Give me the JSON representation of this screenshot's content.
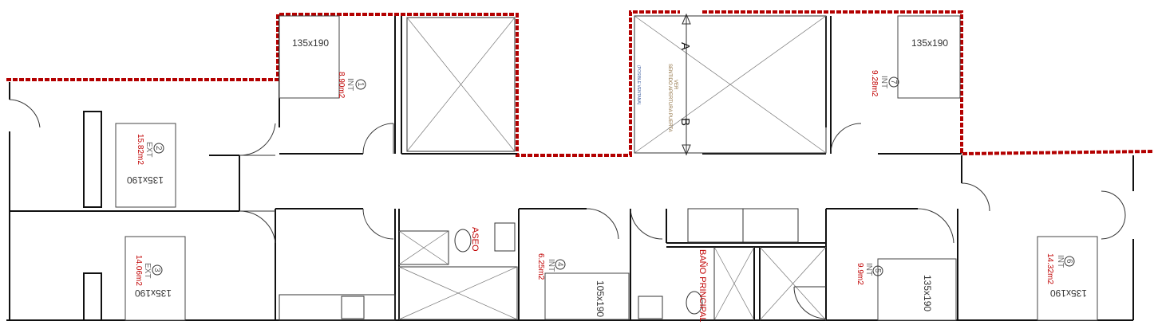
{
  "rooms": [
    {
      "number": "1",
      "type": "INT",
      "area": "8.90m2",
      "bed": "135x190"
    },
    {
      "number": "2",
      "type": "EXT",
      "area": "15.82m2",
      "bed": "135x190"
    },
    {
      "number": "3",
      "type": "EXT",
      "area": "14.06m2",
      "bed": "135x190"
    },
    {
      "number": "4",
      "type": "INT",
      "area": "6.25m2",
      "bed": "105x190"
    },
    {
      "number": "5",
      "type": "INT",
      "area": "9.9m2",
      "bed": "135x190"
    },
    {
      "number": "6",
      "type": "INT",
      "area": "14.32m2",
      "bed": "135x190"
    },
    {
      "number": "7",
      "type": "INT",
      "area": "9.28m2",
      "bed": "135x190"
    }
  ],
  "labels": {
    "aseo": "ASEO",
    "bano_principal": "BAÑO PRINCIPAL",
    "section_a": "A",
    "section_b": "B",
    "ver": "VER",
    "sentido": "SENTIDO APERTURA PUERTA",
    "posible_ventana": "(POSIBLE VENTANA)"
  },
  "colors": {
    "boundary": "#b30000",
    "area_text": "#c00000",
    "walls": "#111111"
  }
}
